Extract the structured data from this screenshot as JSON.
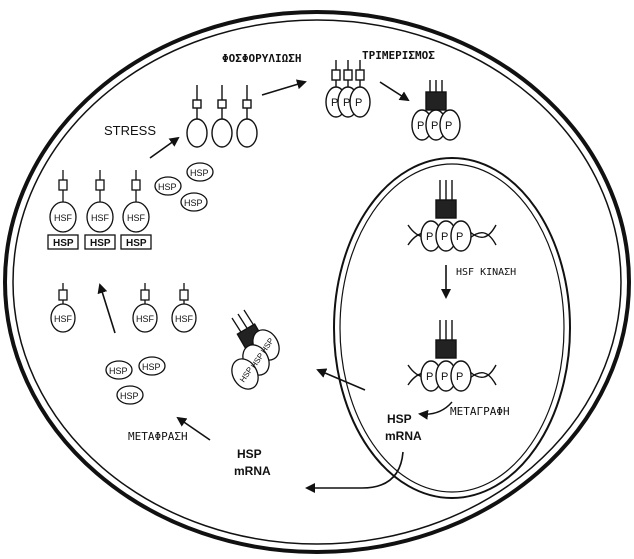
{
  "labels": {
    "stress": "STRESS",
    "phosphorylation": "ΦΟΣΦΟΡΥΛΙΩΣΗ",
    "trimerization": "ΤΡΙΜΕΡΙΣΜΟΣ",
    "hsf_kinase": "HSF ΚΙΝΑΣΗ",
    "transcription": "ΜΕΤΑΓΡΑΦΗ",
    "translation": "ΜΕΤΑΦΡΑΣΗ",
    "hsp": "HSP",
    "mrna": "mRNA",
    "hsf": "HSF",
    "p": "P"
  }
}
